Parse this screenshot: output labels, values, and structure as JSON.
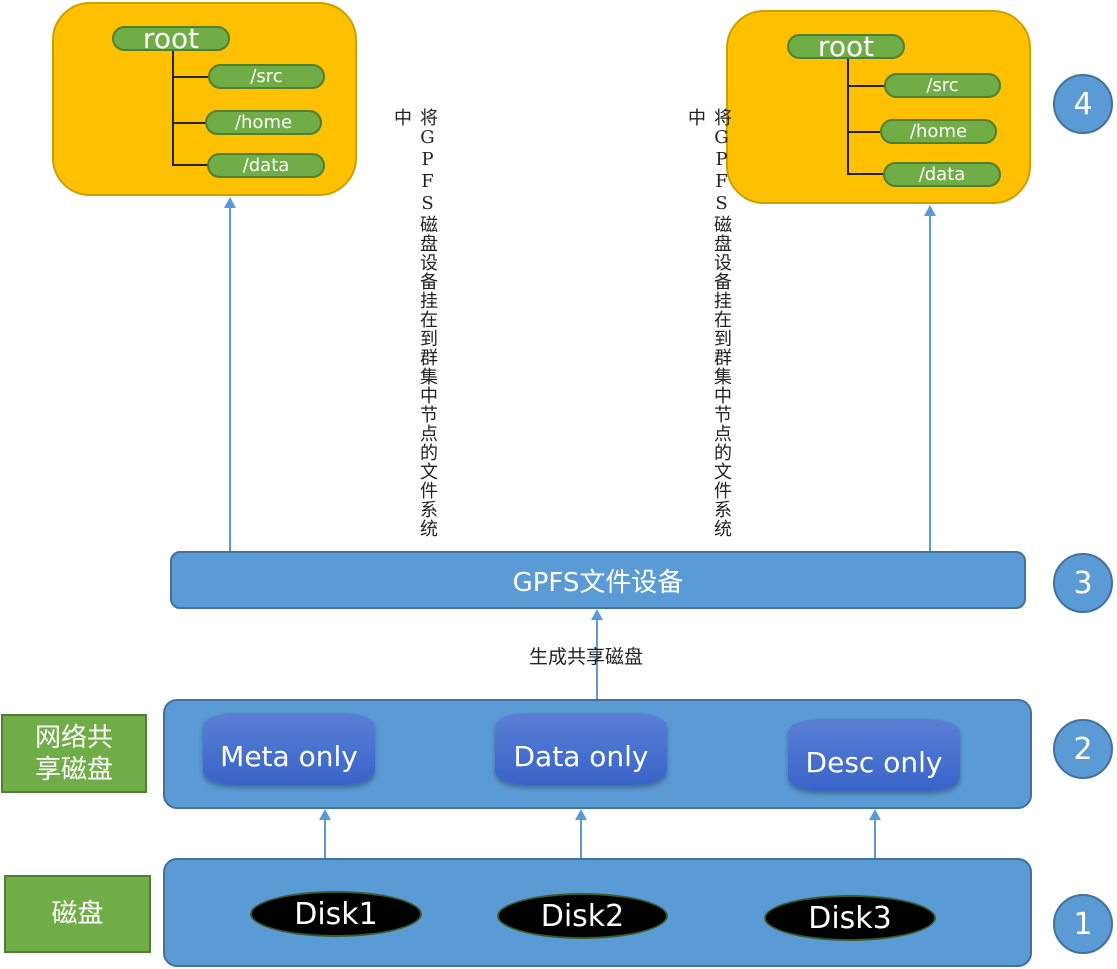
{
  "left_tree": {
    "root": "root",
    "children": [
      "/src",
      "/home",
      "/data"
    ]
  },
  "right_tree": {
    "root": "root",
    "children": [
      "/src",
      "/home",
      "/data"
    ]
  },
  "mount_note": "将GPFS磁盘设备挂在到群集中节点的文件系统中",
  "gpfs_device": "GPFS文件设备",
  "generate_label": "生成共享磁盘",
  "shared_disks": {
    "label": "网络共享磁盘",
    "items": [
      "Meta only",
      "Data only",
      "Desc only"
    ]
  },
  "disks": {
    "label": "磁盘",
    "items": [
      "Disk1",
      "Disk2",
      "Disk3"
    ]
  },
  "layers": [
    "4",
    "3",
    "2",
    "1"
  ],
  "colors": {
    "folder": "#FFC000",
    "pill": "#70AD47",
    "layer": "#5B9BD5",
    "disk": "#000000"
  }
}
